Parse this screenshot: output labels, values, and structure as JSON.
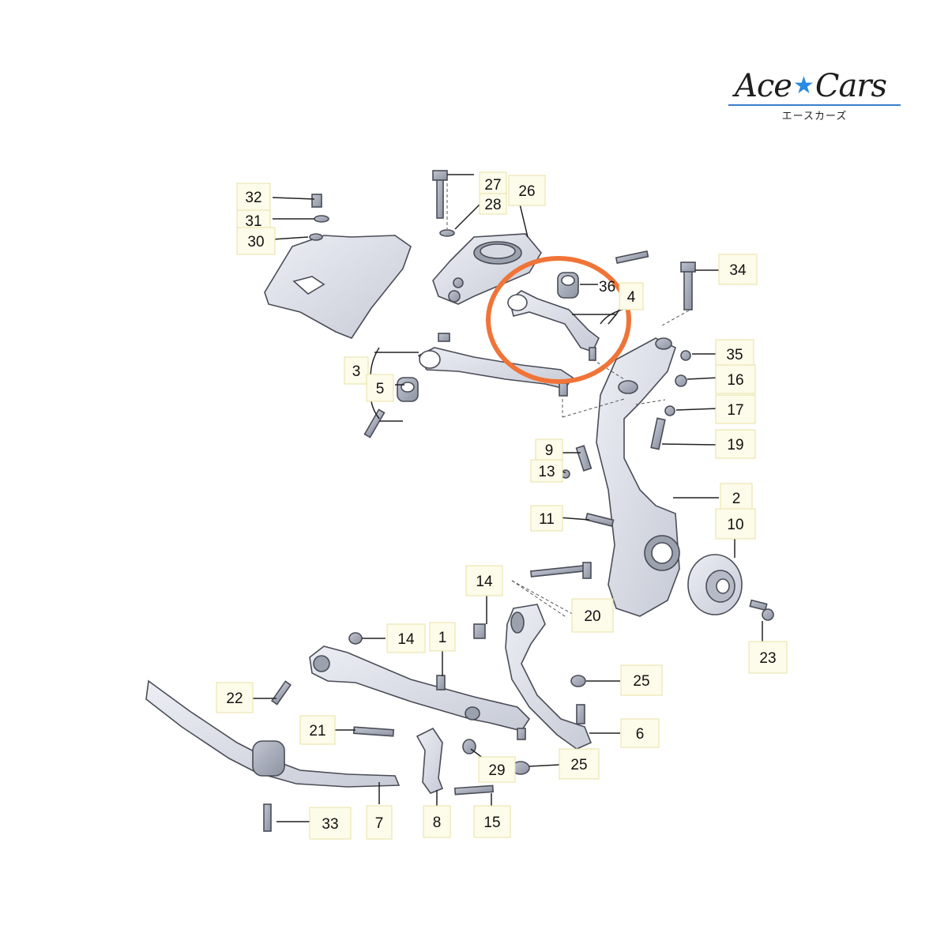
{
  "logo": {
    "brand_left": "Ace",
    "brand_right": "Cars",
    "subtitle": "エースカーズ",
    "accent_color": "#2a8be0"
  },
  "highlight": {
    "color": "#f07438",
    "part_number": "36"
  },
  "callouts": [
    {
      "id": "c27",
      "text": "27"
    },
    {
      "id": "c28",
      "text": "28"
    },
    {
      "id": "c26",
      "text": "26"
    },
    {
      "id": "c32",
      "text": "32"
    },
    {
      "id": "c31",
      "text": "31"
    },
    {
      "id": "c30",
      "text": "30"
    },
    {
      "id": "c36",
      "text": "36"
    },
    {
      "id": "c4",
      "text": "4"
    },
    {
      "id": "c34",
      "text": "34"
    },
    {
      "id": "c35",
      "text": "35"
    },
    {
      "id": "c16",
      "text": "16"
    },
    {
      "id": "c17",
      "text": "17"
    },
    {
      "id": "c19",
      "text": "19"
    },
    {
      "id": "c3",
      "text": "3"
    },
    {
      "id": "c5",
      "text": "5"
    },
    {
      "id": "c9",
      "text": "9"
    },
    {
      "id": "c13",
      "text": "13"
    },
    {
      "id": "c11",
      "text": "11"
    },
    {
      "id": "c2",
      "text": "2"
    },
    {
      "id": "c10",
      "text": "10"
    },
    {
      "id": "c14a",
      "text": "14"
    },
    {
      "id": "c20",
      "text": "20"
    },
    {
      "id": "c23",
      "text": "23"
    },
    {
      "id": "c14b",
      "text": "14"
    },
    {
      "id": "c1",
      "text": "1"
    },
    {
      "id": "c22",
      "text": "22"
    },
    {
      "id": "c25a",
      "text": "25"
    },
    {
      "id": "c21",
      "text": "21"
    },
    {
      "id": "c6",
      "text": "6"
    },
    {
      "id": "c29",
      "text": "29"
    },
    {
      "id": "c25b",
      "text": "25"
    },
    {
      "id": "c33",
      "text": "33"
    },
    {
      "id": "c7",
      "text": "7"
    },
    {
      "id": "c8",
      "text": "8"
    },
    {
      "id": "c15",
      "text": "15"
    }
  ]
}
